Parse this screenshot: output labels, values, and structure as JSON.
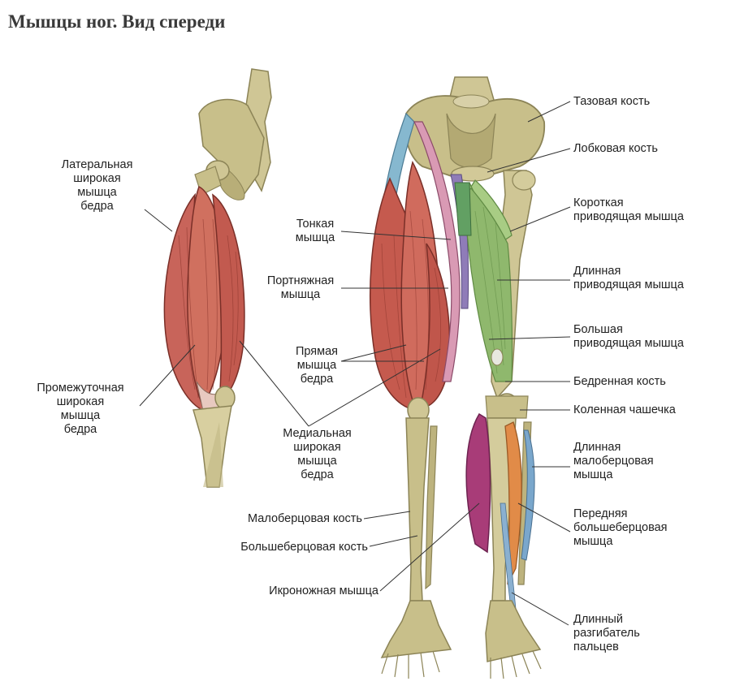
{
  "title": "Мышцы ног. Вид спереди",
  "labels": {
    "lateral_vastus": "Латеральная\nширокая\nмышца\nбедра",
    "intermediate_vastus": "Промежуточная\nширокая\nмышца\nбедра",
    "gracilis": "Тонкая\nмышца",
    "sartorius": "Портняжная\nмышца",
    "rectus_femoris": "Прямая\nмышца\nбедра",
    "medial_vastus": "Медиальная\nширокая\nмышца\nбедра",
    "fibula": "Малоберцовая кость",
    "tibia": "Большеберцовая кость",
    "gastrocnemius": "Икроножная мышца",
    "pelvic_bone": "Тазовая кость",
    "pubic_bone": "Лобковая кость",
    "adductor_brevis": "Короткая\nприводящая мышца",
    "adductor_longus": "Длинная\nприводящая мышца",
    "adductor_magnus": "Большая\nприводящая мышца",
    "femur": "Бедренная кость",
    "patella": "Коленная чашечка",
    "peroneus_longus": "Длинная\nмалоберцовая\nмышца",
    "tibialis_anterior": "Передняя\nбольшеберцовая\nмышца",
    "extensor_digitorum": "Длинный\nразгибатель\nпальцев"
  },
  "colors": {
    "bone": "#c8bf8a",
    "bone_dark": "#8c8457",
    "muscle_red": "#c55a4e",
    "muscle_green": "#9cc079",
    "muscle_purple": "#a83c78",
    "muscle_orange": "#e18b48",
    "muscle_blue": "#7aa7cc"
  }
}
